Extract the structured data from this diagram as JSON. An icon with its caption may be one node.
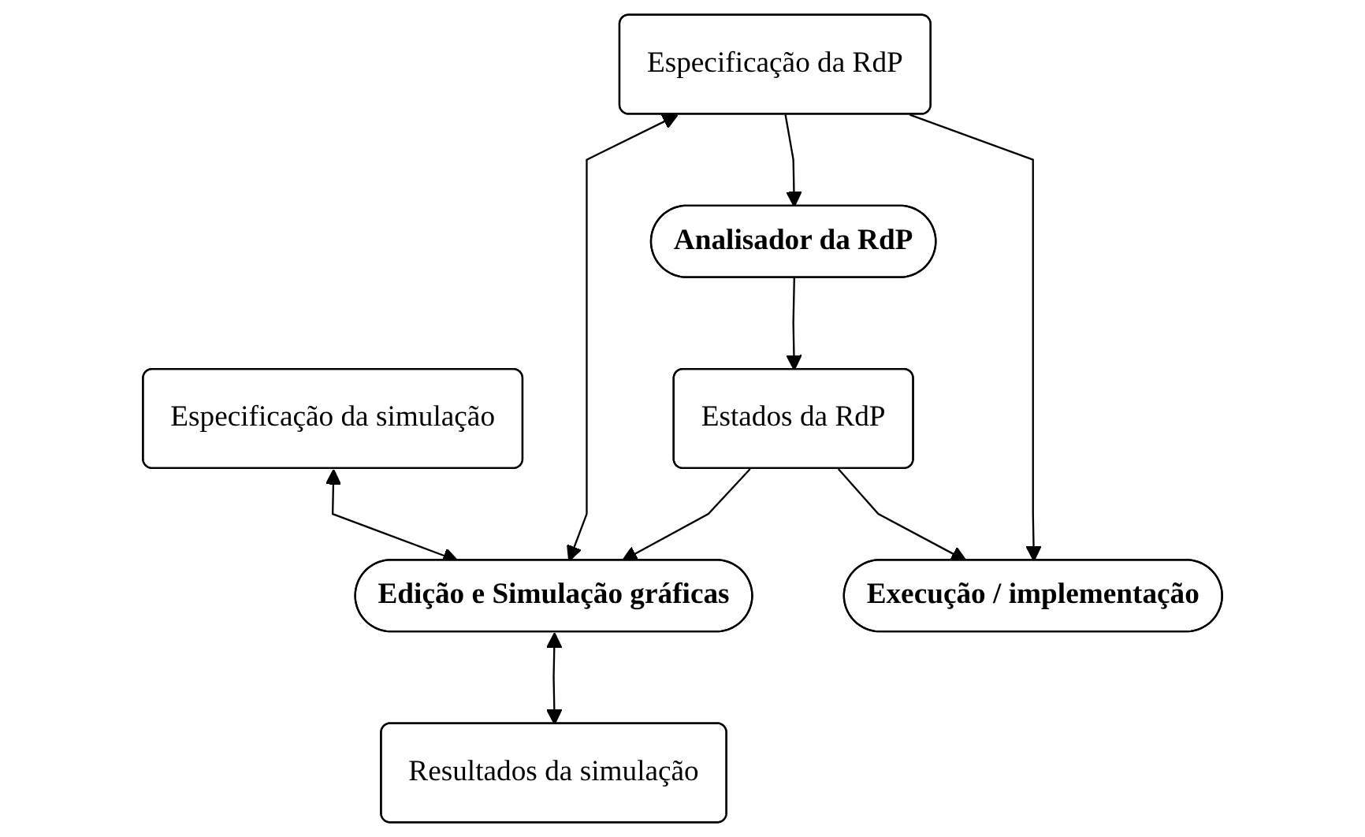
{
  "diagram": {
    "nodes": [
      {
        "text": [
          "Especificação da simulação"
        ]
      },
      {
        "text": [
          "Edição e Simulação gráficas"
        ]
      },
      {
        "text": [
          "Resultados da simulação"
        ]
      },
      {
        "text": [
          "Especificação da RdP"
        ]
      },
      {
        "text": [
          "Estados da RdP"
        ]
      },
      {
        "text": [
          "Analisador da RdP"
        ]
      },
      {
        "text": [
          "Execução / implementação"
        ]
      }
    ],
    "edges": [
      {
        "from": 0,
        "to": 1,
        "arrow": "both"
      },
      {
        "from": 1,
        "to": 2,
        "arrow": "both"
      },
      {
        "from": 3,
        "to": 1,
        "arrow": "both"
      },
      {
        "from": 4,
        "to": 1,
        "arrow": "to"
      },
      {
        "from": 3,
        "to": 5,
        "arrow": "to"
      },
      {
        "from": 5,
        "to": 4,
        "arrow": "to"
      },
      {
        "from": 3,
        "to": 6,
        "arrow": "to"
      },
      {
        "from": 4,
        "to": 6,
        "arrow": "to"
      }
    ]
  }
}
